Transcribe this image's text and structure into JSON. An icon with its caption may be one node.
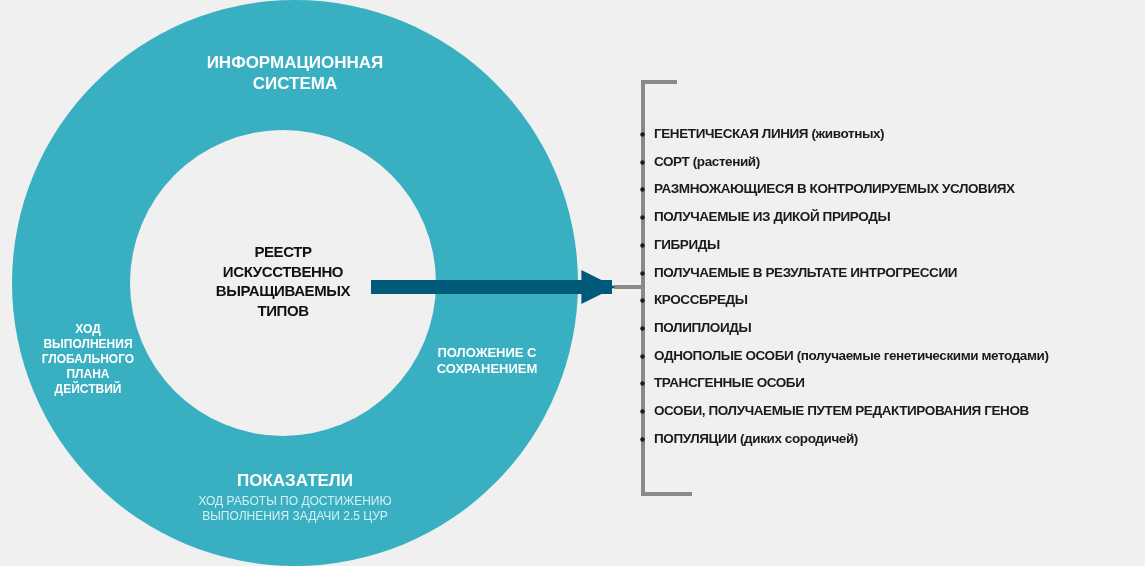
{
  "diagram": {
    "nodes": [
      {
        "text": [
          "ИНФОРМАЦИОННАЯ СИСТЕМА",
          "ХОД ВЫПОЛНЕНИЯ ГЛОБАЛЬНОГО ПЛАНА ДЕЙСТВИЙ",
          "ПОЛОЖЕНИЕ С СОХРАНЕНИЕМ",
          "ПОКАЗАТЕЛИ",
          "ХОД РАБОТЫ ПО ДОСТИЖЕНИЮ ВЫПОЛНЕНИЯ ЗАДАЧИ 2.5 ЦУР"
        ]
      },
      {
        "text": [
          "РЕЕСТР ИСКУССТВЕННО ВЫРАЩИВАЕМЫХ ТИПОВ"
        ],
        "in": 0
      },
      {
        "text": [
          "ГЕНЕТИЧЕСКАЯ ЛИНИЯ (животных)",
          "СОРТ (растений)",
          "РАЗМНОЖАЮЩИЕСЯ В КОНТРОЛИРУЕМЫХ УСЛОВИЯХ",
          "ПОЛУЧАЕМЫЕ ИЗ ДИКОЙ ПРИРОДЫ",
          "ГИБРИДЫ",
          "ПОЛУЧАЕМЫЕ В РЕЗУЛЬТАТЕ ИНТРОГРЕССИИ",
          "КРОССБРЕДЫ",
          "ПОЛИПЛОИДЫ",
          "ОДНОПОЛЫЕ ОСОБИ (получаемые генетическими методами)",
          "ТРАНСГЕННЫЕ ОСОБИ",
          "ОСОБИ, ПОЛУЧАЕМЫЕ ПУТЕМ РЕДАКТИРОВАНИЯ ГЕНОВ",
          "ПОПУЛЯЦИИ (диких сородичей)"
        ]
      }
    ],
    "edges": [
      {
        "from": 1,
        "to": 2,
        "arrow": "to"
      }
    ]
  }
}
